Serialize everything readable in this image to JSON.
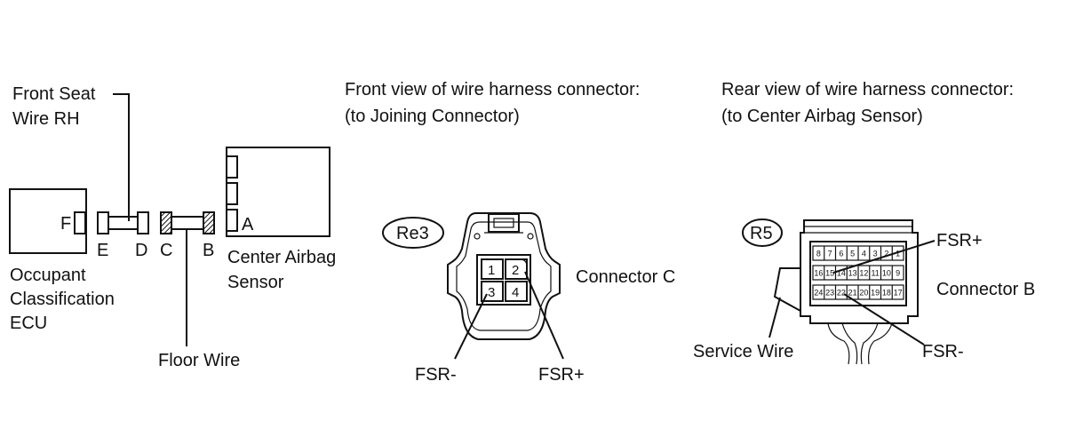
{
  "left_diagram": {
    "front_seat_wire": [
      "Front Seat",
      "Wire RH"
    ],
    "ecu": [
      "Occupant",
      "Classification",
      "ECU"
    ],
    "ecu_connector": "F",
    "joint_labels": [
      "E",
      "D",
      "C",
      "B"
    ],
    "sensor": [
      "Center Airbag",
      "Sensor"
    ],
    "sensor_connector": "A",
    "floor_wire": "Floor Wire"
  },
  "middle_diagram": {
    "title": [
      "Front view of wire harness connector:",
      "(to Joining Connector)"
    ],
    "badge": "Re3",
    "pins": [
      "1",
      "2",
      "3",
      "4"
    ],
    "connector_label": "Connector C",
    "fsr_minus": "FSR-",
    "fsr_plus": "FSR+"
  },
  "right_diagram": {
    "title": [
      "Rear view of wire harness connector:",
      "(to Center Airbag Sensor)"
    ],
    "badge": "R5",
    "pin_row1": [
      "8",
      "7",
      "6",
      "5",
      "4",
      "3",
      "2",
      "1"
    ],
    "pin_row2": [
      "16",
      "15",
      "14",
      "13",
      "12",
      "11",
      "10",
      "9"
    ],
    "pin_row3": [
      "24",
      "23",
      "22",
      "21",
      "20",
      "19",
      "18",
      "17"
    ],
    "connector_label": "Connector B",
    "fsr_plus": "FSR+",
    "fsr_minus": "FSR-",
    "service_wire": "Service Wire"
  }
}
